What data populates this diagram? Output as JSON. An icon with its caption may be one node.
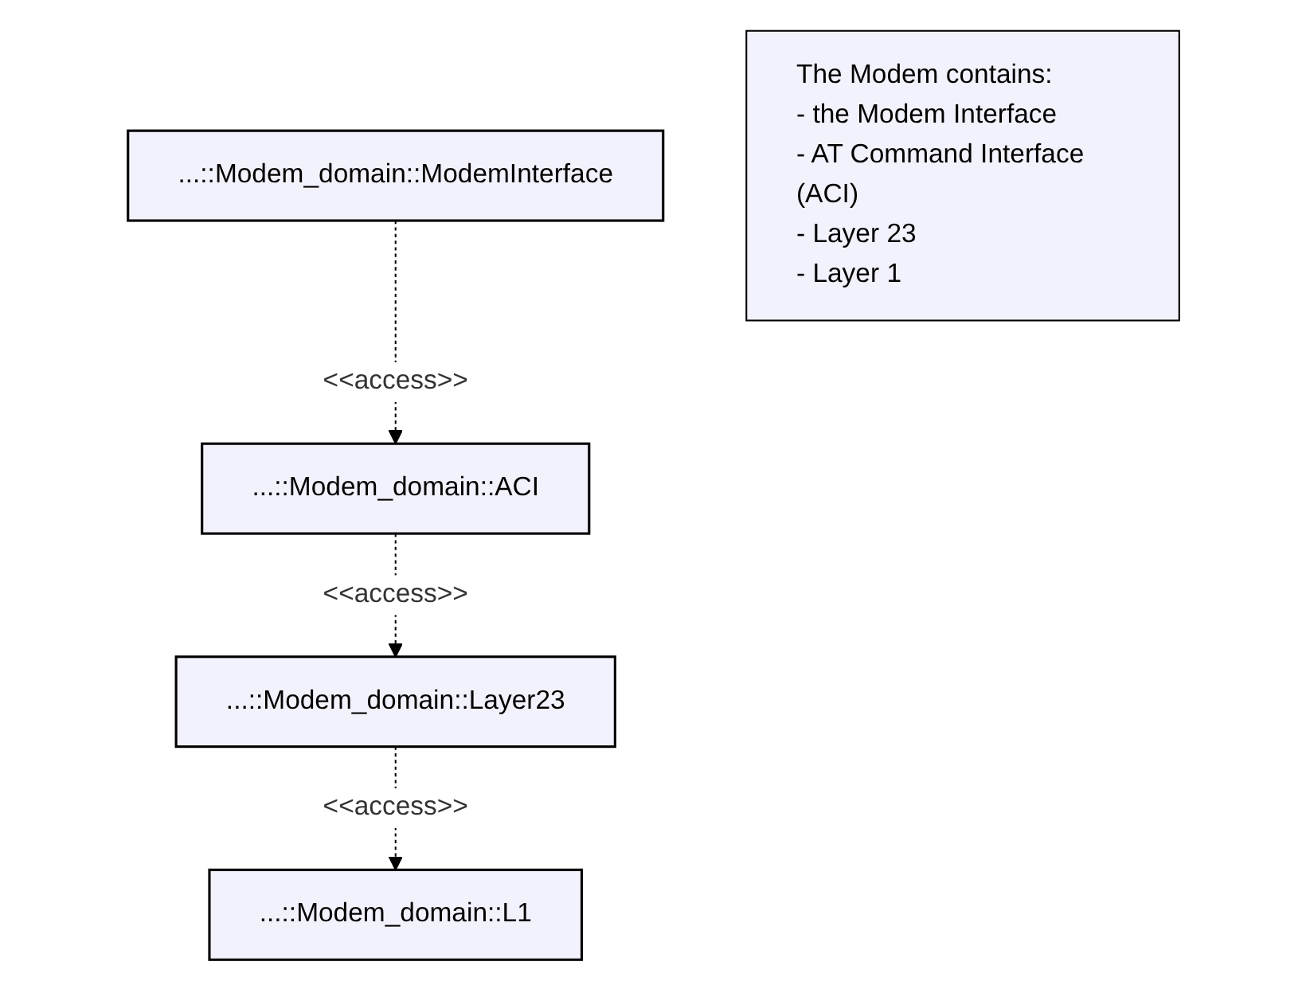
{
  "diagram": {
    "nodes": [
      {
        "text": [
          "...::Modem_domain::ModemInterface"
        ]
      },
      {
        "text": [
          "...::Modem_domain::ACI"
        ]
      },
      {
        "text": [
          "...::Modem_domain::Layer23"
        ]
      },
      {
        "text": [
          "...::Modem_domain::L1"
        ]
      },
      {
        "text": [
          "The Modem contains:",
          "- the Modem Interface",
          "- AT Command Interface (ACI)",
          "- Layer 23",
          "- Layer 1"
        ]
      }
    ],
    "edges": [
      {
        "from": 0,
        "to": 1,
        "arrow": "to",
        "label": "<<access>>",
        "style": "dashed"
      },
      {
        "from": 1,
        "to": 2,
        "arrow": "to",
        "label": "<<access>>",
        "style": "dashed"
      },
      {
        "from": 2,
        "to": 3,
        "arrow": "to",
        "label": "<<access>>",
        "style": "dashed"
      }
    ]
  }
}
